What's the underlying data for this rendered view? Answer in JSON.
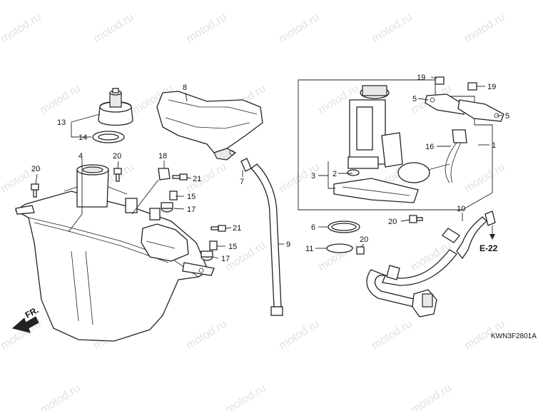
{
  "watermark": "motod.ru",
  "diagram_code": "KWN3F2801A",
  "front_marker": "FR.",
  "reference_code": "E-22",
  "callouts": {
    "c1": "1",
    "c2": "2",
    "c3": "3",
    "c4": "4",
    "c5a": "5",
    "c5b": "5",
    "c6": "6",
    "c7": "7",
    "c8": "8",
    "c9": "9",
    "c10": "10",
    "c11": "11",
    "c13": "13",
    "c14": "14",
    "c15a": "15",
    "c15b": "15",
    "c16": "16",
    "c17a": "17",
    "c17b": "17",
    "c18": "18",
    "c19a": "19",
    "c19b": "19",
    "c20a": "20",
    "c20b": "20",
    "c20c": "20",
    "c20d": "20",
    "c21a": "21",
    "c21b": "21"
  }
}
